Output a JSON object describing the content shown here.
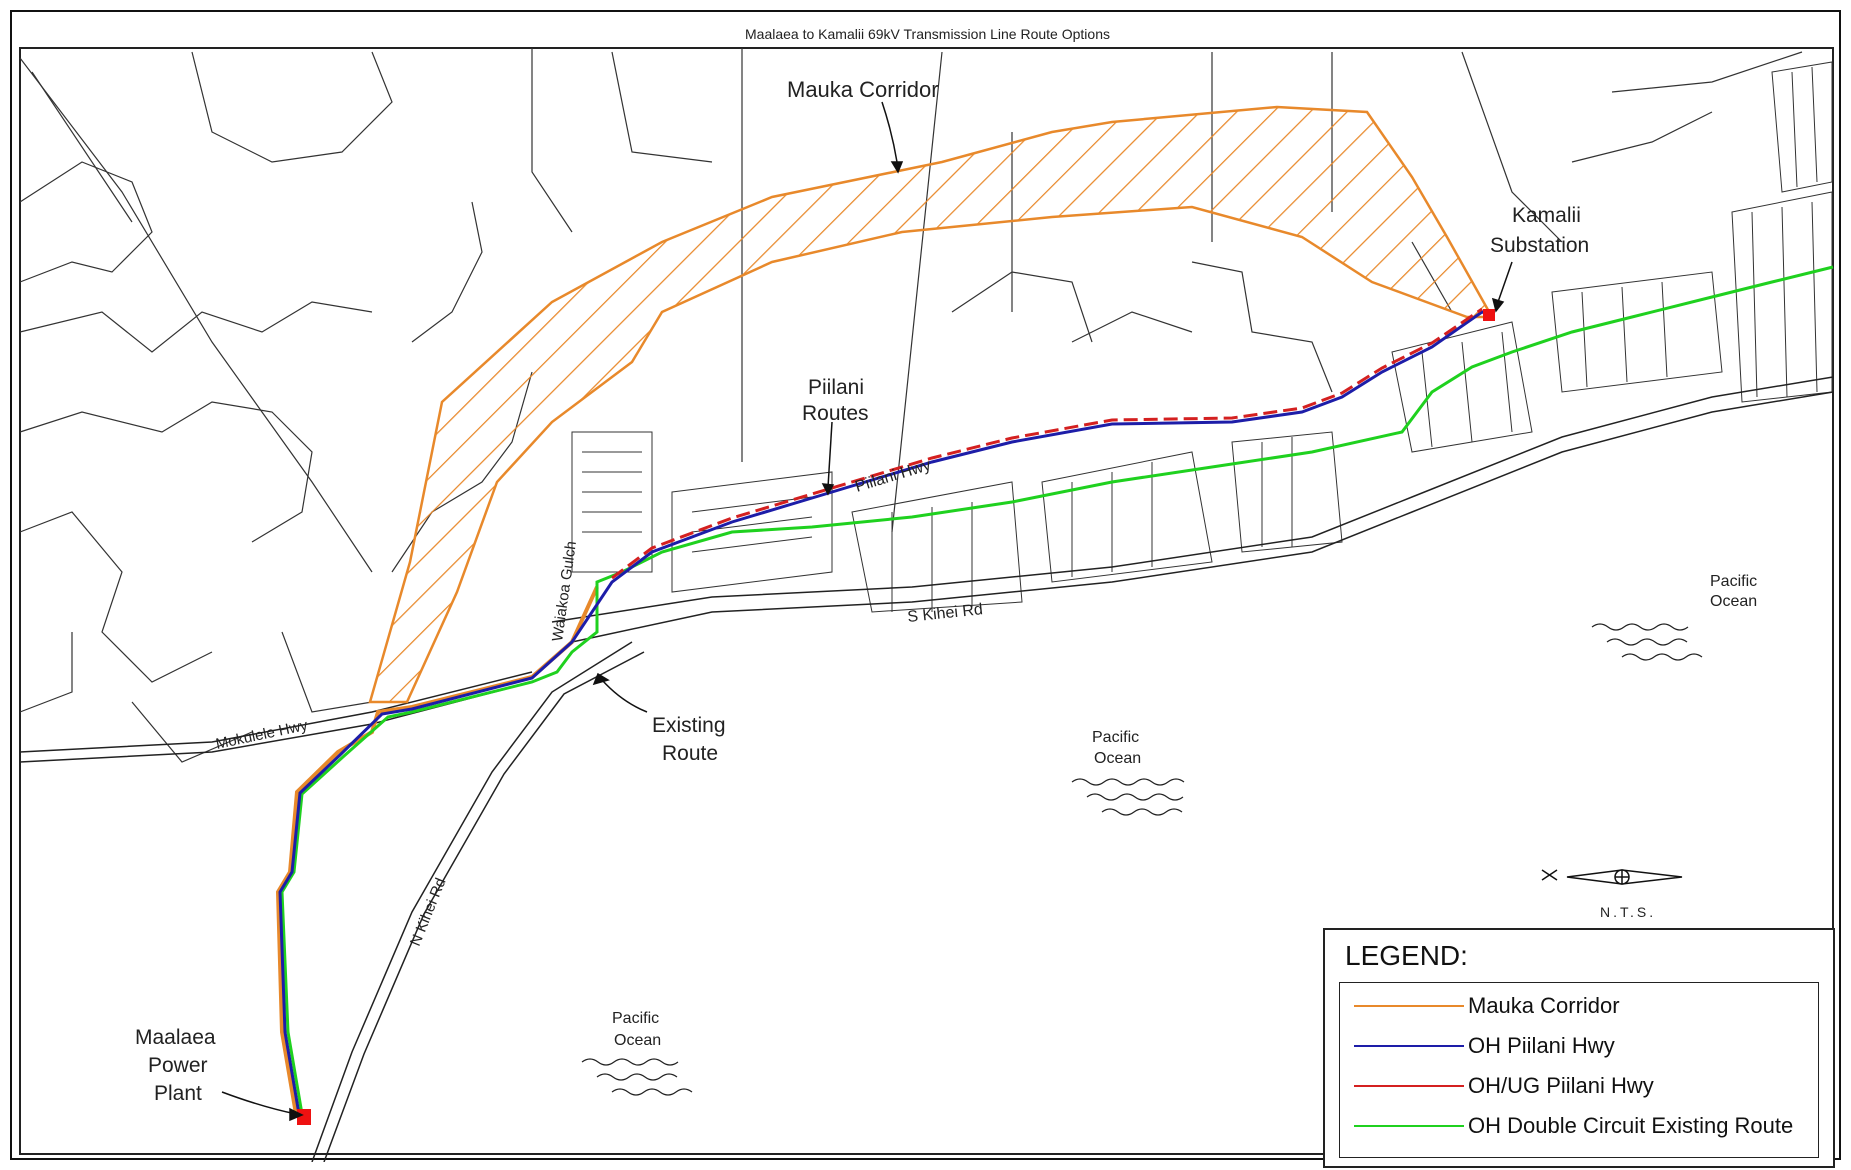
{
  "title": "Maalaea to Kamalii 69kV Transmission Line Route Options",
  "colors": {
    "mauka": "#e8892b",
    "oh_piilani": "#1d1da8",
    "ohug_piilani": "#d42020",
    "existing": "#1fd11f",
    "substation": "#ee1111"
  },
  "labels": {
    "mauka_corridor": "Mauka Corridor",
    "kamalii_line1": "Kamalii",
    "kamalii_line2": "Substation",
    "piilani_line1": "Piilani",
    "piilani_line2": "Routes",
    "piilani_hwy": "Piilani Hwy",
    "waiakoa_gulch": "Waiakoa Gulch",
    "s_kihei_rd": "S Kihei Rd",
    "mokulele_hwy": "Mokulele Hwy",
    "existing_line1": "Existing",
    "existing_line2": "Route",
    "n_kihei_rd": "N Kihei Rd",
    "maalaea_line1": "Maalaea",
    "maalaea_line2": "Power",
    "maalaea_line3": "Plant",
    "ocean_name": "Pacific",
    "ocean_word": "Ocean",
    "nts": "N.T.S."
  },
  "legend": {
    "title": "LEGEND:",
    "items": [
      {
        "label": "Mauka Corridor",
        "color": "#e8892b"
      },
      {
        "label": "OH Piilani Hwy",
        "color": "#1d1da8"
      },
      {
        "label": "OH/UG Piilani Hwy",
        "color": "#d42020"
      },
      {
        "label": "OH Double Circuit Existing Route",
        "color": "#1fd11f"
      }
    ]
  }
}
